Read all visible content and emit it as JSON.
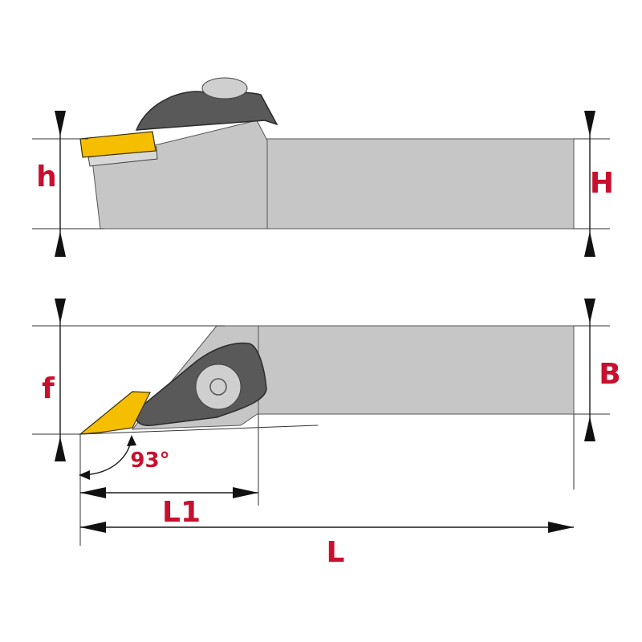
{
  "title": "Tool holder dimension diagram",
  "labels": {
    "h": "h",
    "H": "H",
    "f": "f",
    "B": "B",
    "angle": "93°",
    "L1": "L1",
    "L": "L"
  },
  "colors": {
    "label_red": "#c8102e",
    "holder_gray": "#c6c6c6",
    "clamp_dark": "#595959",
    "insert_yellow": "#f5bf00"
  }
}
